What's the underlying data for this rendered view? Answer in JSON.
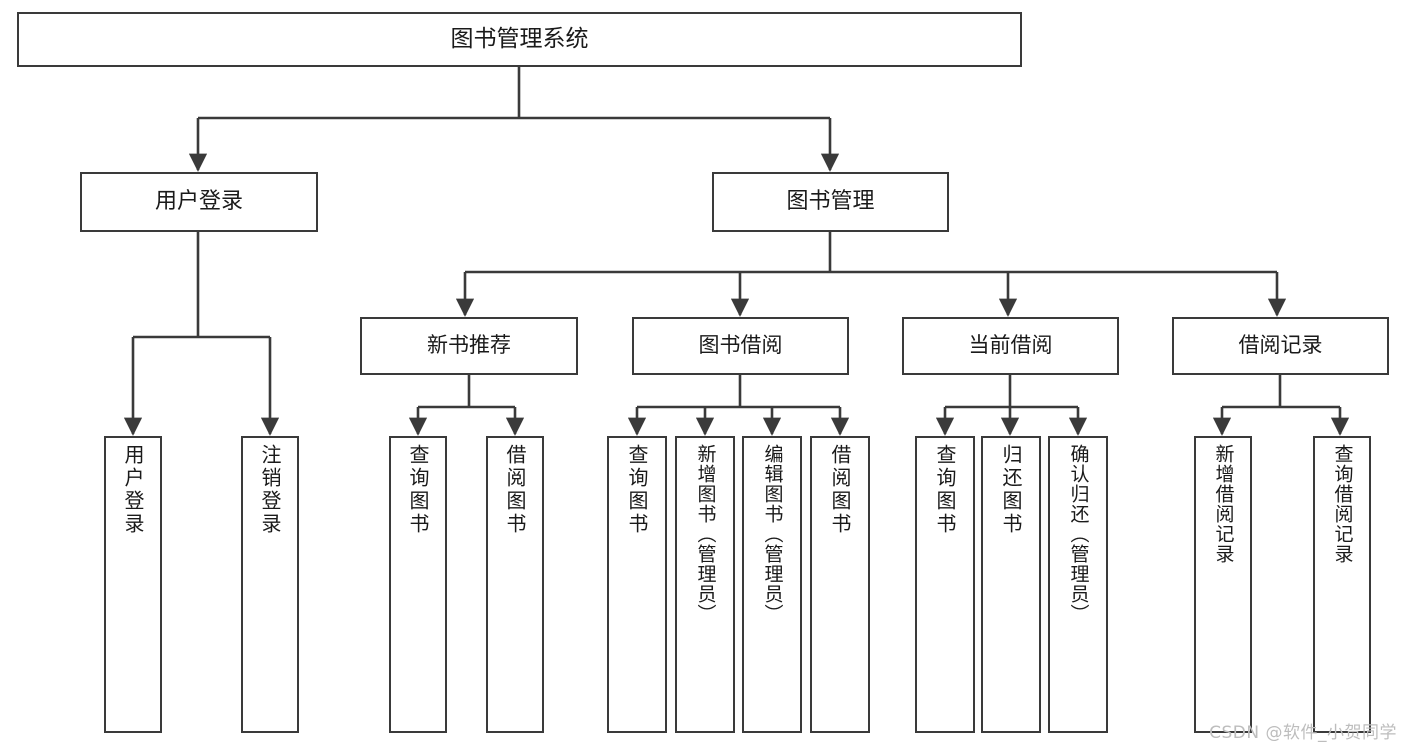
{
  "diagram": {
    "title": "图书管理系统",
    "root": {
      "label": "图书管理系统"
    },
    "level2": [
      {
        "label": "用户登录"
      },
      {
        "label": "图书管理"
      }
    ],
    "level3": [
      {
        "label": "新书推荐"
      },
      {
        "label": "图书借阅"
      },
      {
        "label": "当前借阅"
      },
      {
        "label": "借阅记录"
      }
    ],
    "leaves": [
      {
        "label": "用户登录"
      },
      {
        "label": "注销登录"
      },
      {
        "label": "查询图书"
      },
      {
        "label": "借阅图书"
      },
      {
        "label": "查询图书"
      },
      {
        "label": "新增图书（管理员）"
      },
      {
        "label": "编辑图书（管理员）"
      },
      {
        "label": "借阅图书"
      },
      {
        "label": "查询图书"
      },
      {
        "label": "归还图书"
      },
      {
        "label": "确认归还（管理员）"
      },
      {
        "label": "新增借阅记录"
      },
      {
        "label": "查询借阅记录"
      }
    ]
  },
  "watermark": {
    "text": "CSDN @软件_小贺同学"
  },
  "colors": {
    "stroke": "#3a3a3a",
    "background": "#ffffff",
    "text": "#1a1a1a",
    "watermark": "#bdbdbd"
  }
}
